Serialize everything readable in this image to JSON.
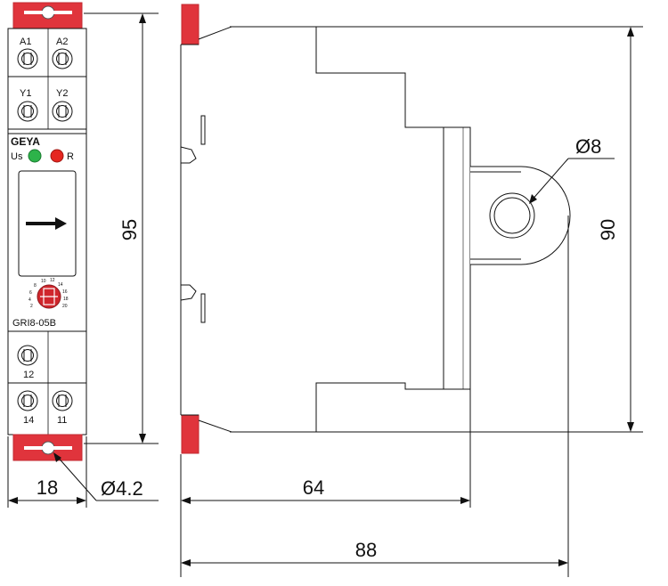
{
  "front_view": {
    "terminals_top_row1": [
      "A1",
      "A2"
    ],
    "terminals_top_row2": [
      "Y1",
      "Y2"
    ],
    "brand": "GEYA",
    "led_left_label": "Us",
    "led_right_label": "R",
    "model": "GRI8-05B",
    "terminal_bottom_single": "12",
    "terminals_bottom_row": [
      "14",
      "11"
    ],
    "dial_scale": [
      "2",
      "4",
      "6",
      "8",
      "10",
      "12",
      "14",
      "16",
      "18",
      "20"
    ]
  },
  "dimensions": {
    "width_front": "18",
    "height_front": "95",
    "mount_hole": "Ø4.2",
    "height_side": "90",
    "depth_body": "64",
    "depth_total": "88",
    "sensor_hole": "Ø8"
  },
  "colors": {
    "clip_red": "#e0343c",
    "led_green": "#2db34a",
    "led_red": "#e52620",
    "dial_red": "#d0262c",
    "line": "#111111"
  }
}
